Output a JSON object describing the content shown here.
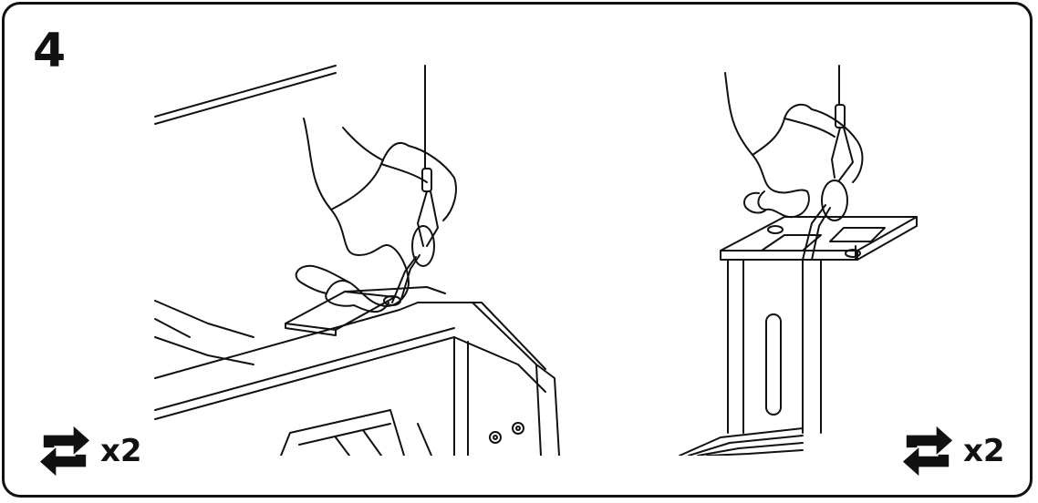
{
  "step": {
    "number": "4"
  },
  "repeat_left": {
    "icon": "repeat-icon",
    "label": "x2"
  },
  "repeat_right": {
    "icon": "repeat-icon",
    "label": "x2"
  },
  "colors": {
    "ink": "#111111",
    "background": "#ffffff"
  }
}
